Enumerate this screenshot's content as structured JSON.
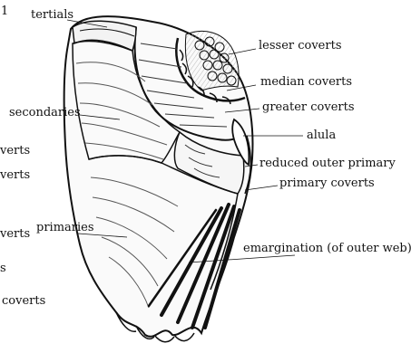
{
  "figure": {
    "labels": {
      "tertials": "tertials",
      "lesser_coverts": "lesser coverts",
      "median_coverts": "median coverts",
      "greater_coverts": "greater coverts",
      "secondaries": "secondaries",
      "alula": "alula",
      "reduced_outer_primary": "reduced outer primary",
      "primary_coverts": "primary coverts",
      "primaries": "primaries",
      "emargination": "emargination (of outer web)",
      "edge_top": "1",
      "edge_verts_1": "verts",
      "edge_verts_2": "verts",
      "edge_verts_3": "verts",
      "edge_coverts": "coverts",
      "edge_s": "s"
    },
    "colors": {
      "ink": "#111111",
      "paper": "#ffffff",
      "shading": "#d9d9d9",
      "light_shading": "#eeeeee"
    }
  }
}
